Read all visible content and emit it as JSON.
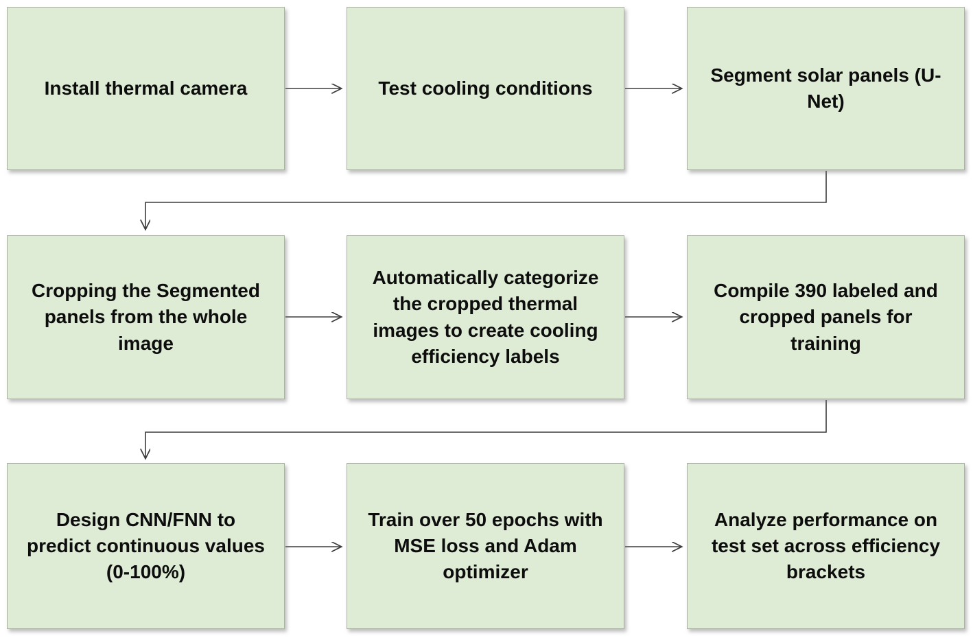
{
  "nodes": [
    {
      "label": "Install thermal camera"
    },
    {
      "label": "Test cooling conditions"
    },
    {
      "label": "Segment solar panels (U-Net)"
    },
    {
      "label": "Cropping the Segmented panels from the whole image"
    },
    {
      "label": "Automatically categorize the cropped thermal images to create cooling efficiency labels"
    },
    {
      "label": "Compile 390 labeled and cropped panels for training"
    },
    {
      "label": "Design CNN/FNN to predict continuous values (0-100%)"
    },
    {
      "label": "Train over 50 epochs with MSE loss and Adam optimizer"
    },
    {
      "label": "Analyze performance on test set across efficiency brackets"
    }
  ],
  "edges": [
    {
      "from": 1,
      "to": 2,
      "type": "straight-right"
    },
    {
      "from": 2,
      "to": 3,
      "type": "straight-right"
    },
    {
      "from": 3,
      "to": 4,
      "type": "elbow-down-left-down"
    },
    {
      "from": 4,
      "to": 5,
      "type": "straight-right"
    },
    {
      "from": 5,
      "to": 6,
      "type": "straight-right"
    },
    {
      "from": 6,
      "to": 7,
      "type": "elbow-down-left-down"
    },
    {
      "from": 7,
      "to": 8,
      "type": "straight-right"
    },
    {
      "from": 8,
      "to": 9,
      "type": "straight-right"
    }
  ],
  "colors": {
    "node_fill": "#dfecd5",
    "node_border": "#aab3a2",
    "arrow": "#3d3d3d",
    "text": "#0d0d0d",
    "canvas_bg": "#ffffff"
  }
}
